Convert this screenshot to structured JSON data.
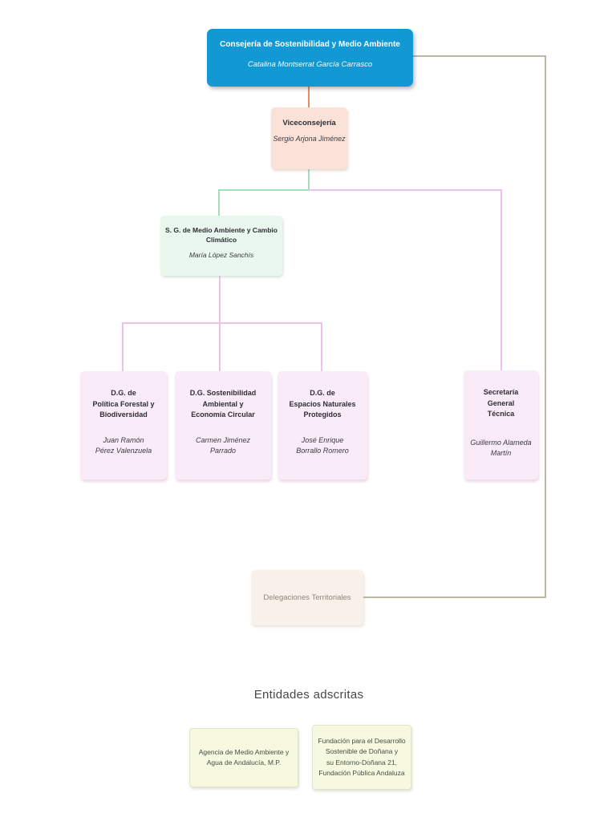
{
  "org_chart": {
    "nodes": {
      "consejeria": {
        "title": "Consejería de Sostenibilidad y Medio Ambiente",
        "person": "Catalina Montserrat García Carrasco",
        "color": "#1299d4"
      },
      "viceconsejeria": {
        "title": "Viceconsejería",
        "person": "Sergio Arjona Jiménez",
        "color": "#fbe2d9"
      },
      "sg_medio_ambiente": {
        "title_lines": [
          "S. G. de Medio Ambiente y Cambio",
          "Climático"
        ],
        "person": "María López Sanchís",
        "color": "#e9f7ef"
      },
      "dg_politica_forestal": {
        "title_lines": [
          "D.G. de",
          "Política Forestal y",
          "Biodiversidad"
        ],
        "person_lines": [
          "Juan Ramón",
          "Pérez Valenzuela"
        ],
        "color": "#faebf8"
      },
      "dg_sostenibilidad": {
        "title_lines": [
          "D.G. Sostenibilidad",
          "Ambiental y",
          "Economía Circular"
        ],
        "person_lines": [
          "Carmen Jiménez",
          "Parrado"
        ],
        "color": "#faebf8"
      },
      "dg_espacios_naturales": {
        "title_lines": [
          "D.G. de",
          "Espacios Naturales",
          "Protegidos"
        ],
        "person_lines": [
          "José Enrique",
          "Borrallo Romero"
        ],
        "color": "#faebf8"
      },
      "secretaria_general_tecnica": {
        "title_lines": [
          "Secretaría",
          "General",
          "Técnica"
        ],
        "person_lines": [
          "Guillermo Alameda",
          "Martín"
        ],
        "color": "#faebf8"
      },
      "delegaciones_territoriales": {
        "title": "Delegaciones Territoriales",
        "color": "#faf0ea"
      }
    },
    "entidades": {
      "heading": "Entidades adscritas",
      "items": [
        {
          "label_lines": [
            "Agencia de Medio Ambiente y",
            "Agua de Andalucía, M.P."
          ]
        },
        {
          "label_lines": [
            "Fundación para el Desarrollo",
            "Sostenible de Doñana y",
            "su Entorno-Doñana 21,",
            "Fundación Pública Andaluza"
          ]
        }
      ],
      "item_color": "#f6f9df"
    },
    "connector_colors": {
      "consejeria_to_viceconsejeria": "#e68d66",
      "viceconsejeria_to_sg": "#a5ddbc",
      "viceconsejeria_to_secretaria": "#f0c0ed",
      "sg_to_dg": "#f0c0ed",
      "consejeria_to_delegaciones": "#bfb5a3"
    }
  }
}
